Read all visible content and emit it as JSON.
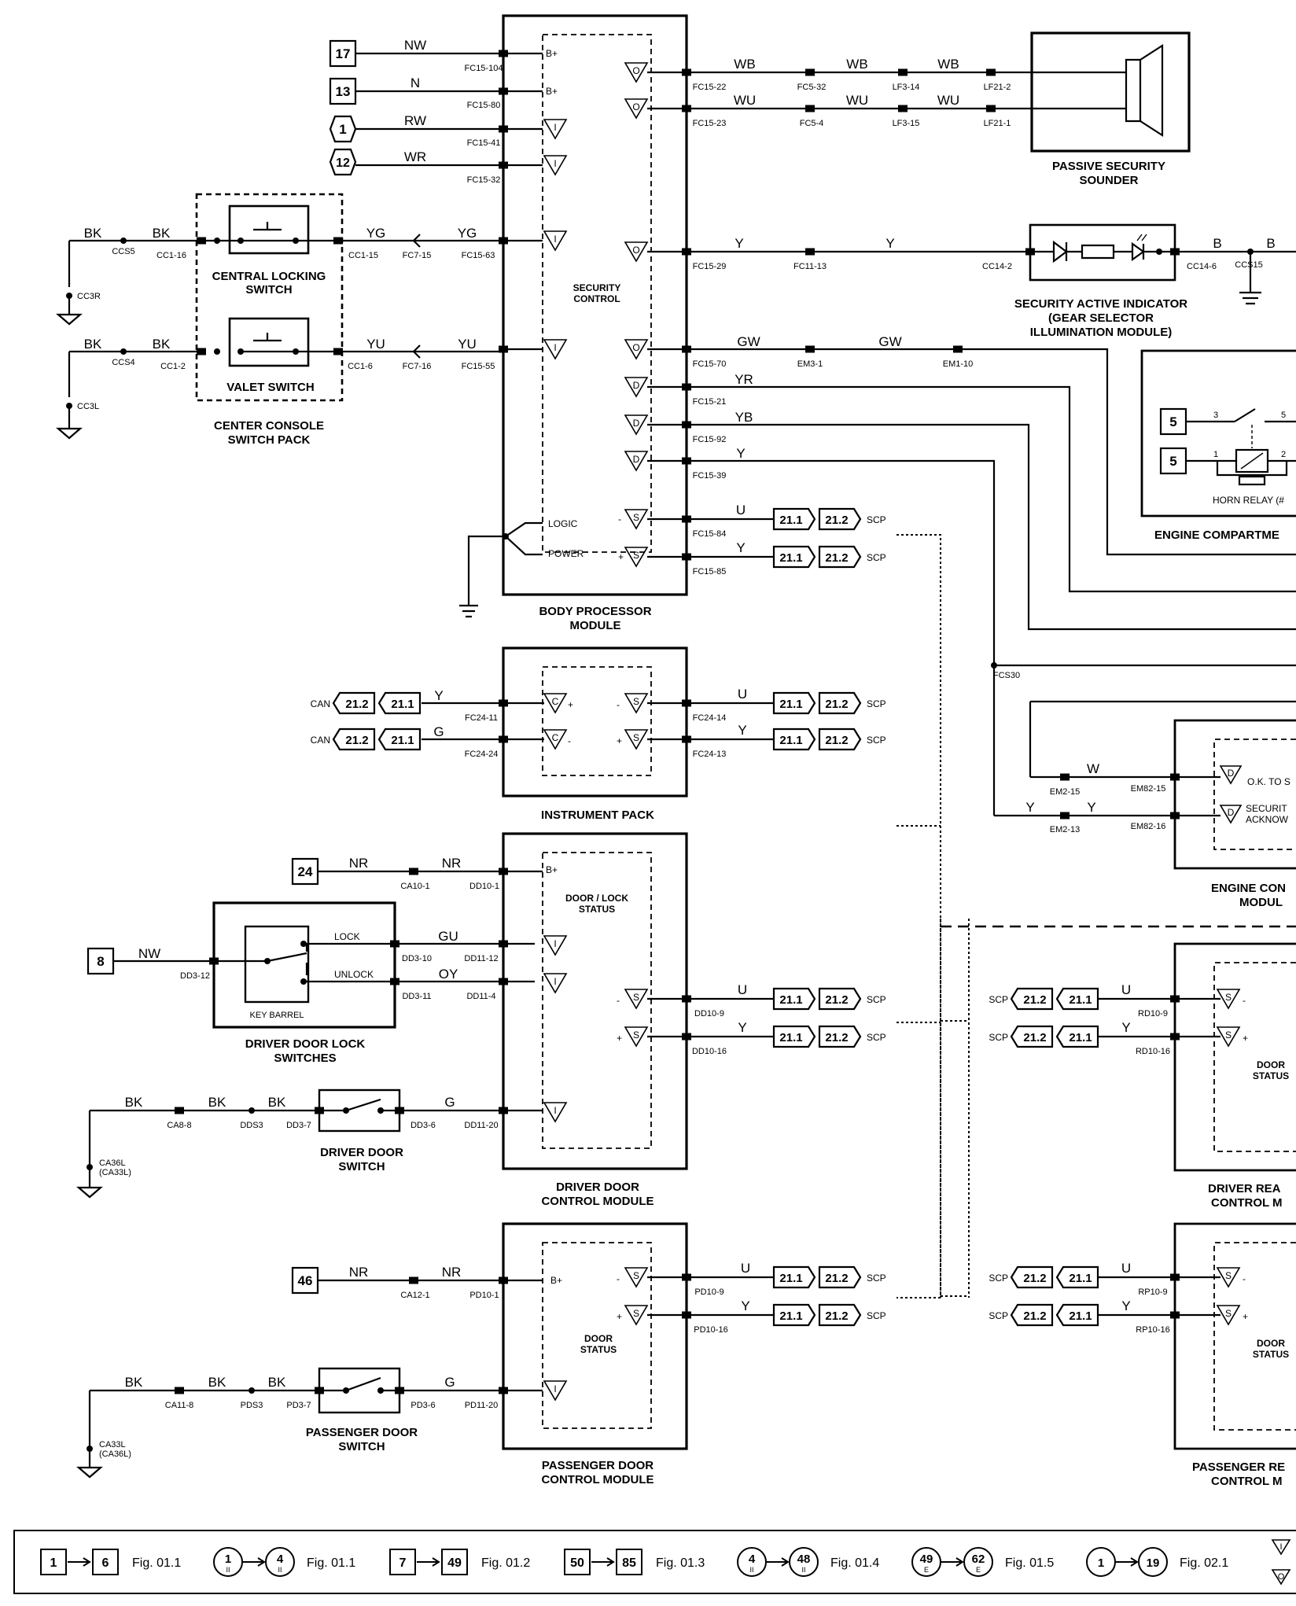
{
  "modules": {
    "bpm": {
      "title": "BODY PROCESSOR",
      "title2": "MODULE",
      "inner": "SECURITY",
      "inner2": "CONTROL",
      "logic": "LOGIC",
      "power": "POWER"
    },
    "ip": {
      "title": "INSTRUMENT PACK"
    },
    "ddcm": {
      "title": "DRIVER DOOR",
      "title2": "CONTROL MODULE",
      "inner": "DOOR / LOCK",
      "inner2": "STATUS"
    },
    "pdcm": {
      "title": "PASSENGER DOOR",
      "title2": "CONTROL MODULE",
      "inner": "DOOR",
      "inner2": "STATUS"
    },
    "sounder": {
      "title": "PASSIVE SECURITY",
      "title2": "SOUNDER"
    },
    "indicator": {
      "title": "SECURITY ACTIVE INDICATOR",
      "title2": "(GEAR SELECTOR",
      "title3": "ILLUMINATION MODULE)"
    },
    "engine_comp": {
      "title": "ENGINE COMPARTME",
      "relay": "HORN RELAY (#"
    },
    "ecm": {
      "title": "ENGINE CON",
      "title2": "MODUL",
      "line1": "O.K. TO S",
      "line2": "SECURIT",
      "line3": "ACKNOW"
    },
    "drear": {
      "title": "DRIVER REA",
      "title2": "CONTROL M",
      "inner": "DOOR",
      "inner2": "STATUS"
    },
    "prear": {
      "title": "PASSENGER RE",
      "title2": "CONTROL M",
      "inner": "DOOR",
      "inner2": "STATUS"
    },
    "console": {
      "title": "CENTER CONSOLE",
      "title2": "SWITCH PACK",
      "central": "CENTRAL LOCKING",
      "central2": "SWITCH",
      "valet": "VALET SWITCH"
    },
    "lock_sw": {
      "title": "DRIVER DOOR LOCK",
      "title2": "SWITCHES",
      "barrel": "KEY BARREL",
      "lock": "LOCK",
      "unlock": "UNLOCK"
    },
    "ddsw": {
      "title": "DRIVER DOOR",
      "title2": "SWITCH"
    },
    "pdsw": {
      "title": "PASSENGER DOOR",
      "title2": "SWITCH"
    }
  },
  "boxes": {
    "b17": "17",
    "b13": "13",
    "c1": "1",
    "c12": "12",
    "b24": "24",
    "b8": "8",
    "b46": "46",
    "b5a": "5",
    "b5b": "5"
  },
  "wires": {
    "NW": "NW",
    "N": "N",
    "RW": "RW",
    "WR": "WR",
    "WB": "WB",
    "WU": "WU",
    "YG": "YG",
    "YU": "YU",
    "BK": "BK",
    "Y": "Y",
    "B": "B",
    "GW": "GW",
    "YR": "YR",
    "YB": "YB",
    "U": "U",
    "G": "G",
    "NR": "NR",
    "GU": "GU",
    "OY": "OY",
    "W": "W"
  },
  "pins": {
    "fc15_104": "FC15-104",
    "fc15_80": "FC15-80",
    "fc15_41": "FC15-41",
    "fc15_32": "FC15-32",
    "fc15_63": "FC15-63",
    "fc15_55": "FC15-55",
    "fc15_22": "FC15-22",
    "fc15_23": "FC15-23",
    "fc15_29": "FC15-29",
    "fc15_70": "FC15-70",
    "fc15_21": "FC15-21",
    "fc15_92": "FC15-92",
    "fc15_39": "FC15-39",
    "fc15_84": "FC15-84",
    "fc15_85": "FC15-85",
    "fc5_32": "FC5-32",
    "fc5_4": "FC5-4",
    "lf3_14": "LF3-14",
    "lf3_15": "LF3-15",
    "lf21_2": "LF21-2",
    "lf21_1": "LF21-1",
    "fc11_13": "FC11-13",
    "cc14_2": "CC14-2",
    "cc14_6": "CC14-6",
    "ccs15": "CCS15",
    "em3_1": "EM3-1",
    "em1_10": "EM1-10",
    "ccs5": "CCS5",
    "cc1_16": "CC1-16",
    "cc1_15": "CC1-15",
    "fc7_15": "FC7-15",
    "cc3r": "CC3R",
    "ccs4": "CCS4",
    "cc1_2": "CC1-2",
    "cc1_6": "CC1-6",
    "fc7_16": "FC7-16",
    "cc3l": "CC3L",
    "fc24_11": "FC24-11",
    "fc24_24": "FC24-24",
    "fc24_14": "FC24-14",
    "fc24_13": "FC24-13",
    "fcs30": "FCS30",
    "em2_15": "EM2-15",
    "em2_13": "EM2-13",
    "em82_15": "EM82-15",
    "em82_16": "EM82-16",
    "ca10_1": "CA10-1",
    "dd10_1": "DD10-1",
    "dd3_12": "DD3-12",
    "dd3_10": "DD3-10",
    "dd3_11": "DD3-11",
    "dd11_12": "DD11-12",
    "dd11_4": "DD11-4",
    "dd10_9": "DD10-9",
    "dd10_16": "DD10-16",
    "ca8_8": "CA8-8",
    "dds3": "DDS3",
    "dd3_7": "DD3-7",
    "dd3_6": "DD3-6",
    "dd11_20": "DD11-20",
    "ca36l": "CA36L",
    "ca33l_p": "(CA33L)",
    "rd10_9": "RD10-9",
    "rd10_16": "RD10-16",
    "ca12_1": "CA12-1",
    "pd10_1": "PD10-1",
    "pd10_9": "PD10-9",
    "pd10_16": "PD10-16",
    "ca11_8": "CA11-8",
    "pds3": "PDS3",
    "pd3_7": "PD3-7",
    "pd3_6": "PD3-6",
    "pd11_20": "PD11-20",
    "ca33l": "CA33L",
    "ca36l_p": "(CA36L)",
    "rp10_9": "RP10-9",
    "rp10_16": "RP10-16"
  },
  "symbols": {
    "I": "I",
    "O": "O",
    "D": "D",
    "S": "S",
    "C": "C",
    "bplus": "B+",
    "plus": "+",
    "minus": "-"
  },
  "bus": {
    "scp": "SCP",
    "can": "CAN",
    "r211": "21.1",
    "r212": "21.2"
  },
  "legend": [
    {
      "from": "1",
      "to": "6",
      "fig": "Fig. 01.1",
      "kind": "square"
    },
    {
      "from": "1",
      "fsub": "II",
      "to": "4",
      "tsub": "II",
      "fig": "Fig. 01.1",
      "kind": "circle"
    },
    {
      "from": "7",
      "to": "49",
      "fig": "Fig. 01.2",
      "kind": "square"
    },
    {
      "from": "50",
      "to": "85",
      "fig": "Fig. 01.3",
      "kind": "square"
    },
    {
      "from": "4",
      "fsub": "II",
      "to": "48",
      "tsub": "II",
      "fig": "Fig. 01.4",
      "kind": "circle"
    },
    {
      "from": "49",
      "fsub": "E",
      "to": "62",
      "tsub": "E",
      "fig": "Fig. 01.5",
      "kind": "circle"
    },
    {
      "from": "1",
      "fsub": "",
      "to": "19",
      "tsub": "",
      "fig": "Fig. 02.1",
      "kind": "circle"
    }
  ]
}
